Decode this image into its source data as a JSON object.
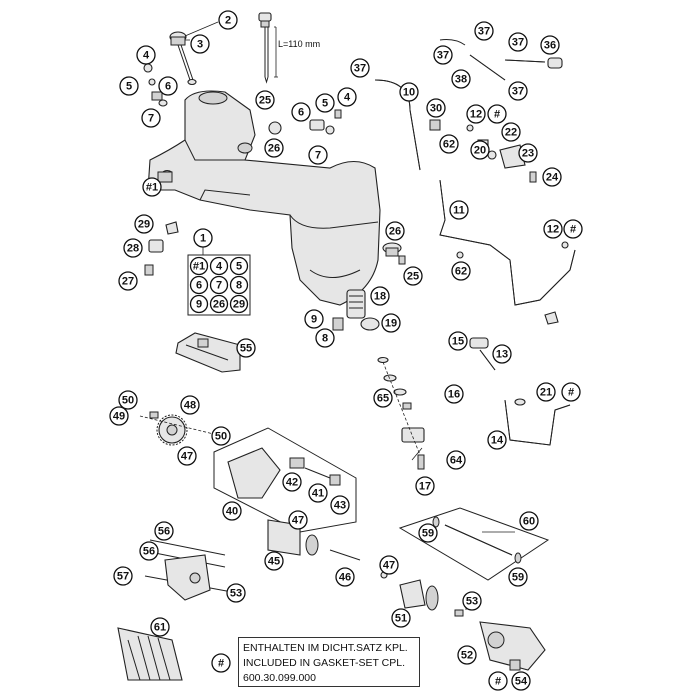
{
  "diagram": {
    "dimension_label": "L=110 mm",
    "legend_symbol": "#",
    "legend_lines": [
      "ENTHALTEN IM DICHT.SATZ KPL.",
      "INCLUDED IN GASKET-SET CPL.",
      "600.30.099.000"
    ],
    "kit_box_title": "1",
    "kit_box_items": [
      "#1",
      "4",
      "5",
      "6",
      "7",
      "8",
      "9",
      "26",
      "29"
    ],
    "callouts": [
      "2",
      "3",
      "4",
      "5",
      "6",
      "7",
      "#1",
      "29",
      "28",
      "27",
      "25",
      "26",
      "6",
      "5",
      "4",
      "7",
      "37",
      "10",
      "30",
      "12",
      "#",
      "22",
      "20",
      "23",
      "24",
      "62",
      "11",
      "26",
      "25",
      "62",
      "12",
      "#",
      "37",
      "37",
      "38",
      "37",
      "36",
      "37",
      "18",
      "9",
      "19",
      "8",
      "55",
      "15",
      "13",
      "16",
      "21",
      "#",
      "14",
      "65",
      "64",
      "17",
      "50",
      "48",
      "49",
      "47",
      "50",
      "42",
      "41",
      "43",
      "40",
      "56",
      "56",
      "57",
      "53",
      "47",
      "45",
      "46",
      "47",
      "51",
      "53",
      "60",
      "59",
      "59",
      "61",
      "52",
      "#",
      "54",
      "#"
    ]
  }
}
